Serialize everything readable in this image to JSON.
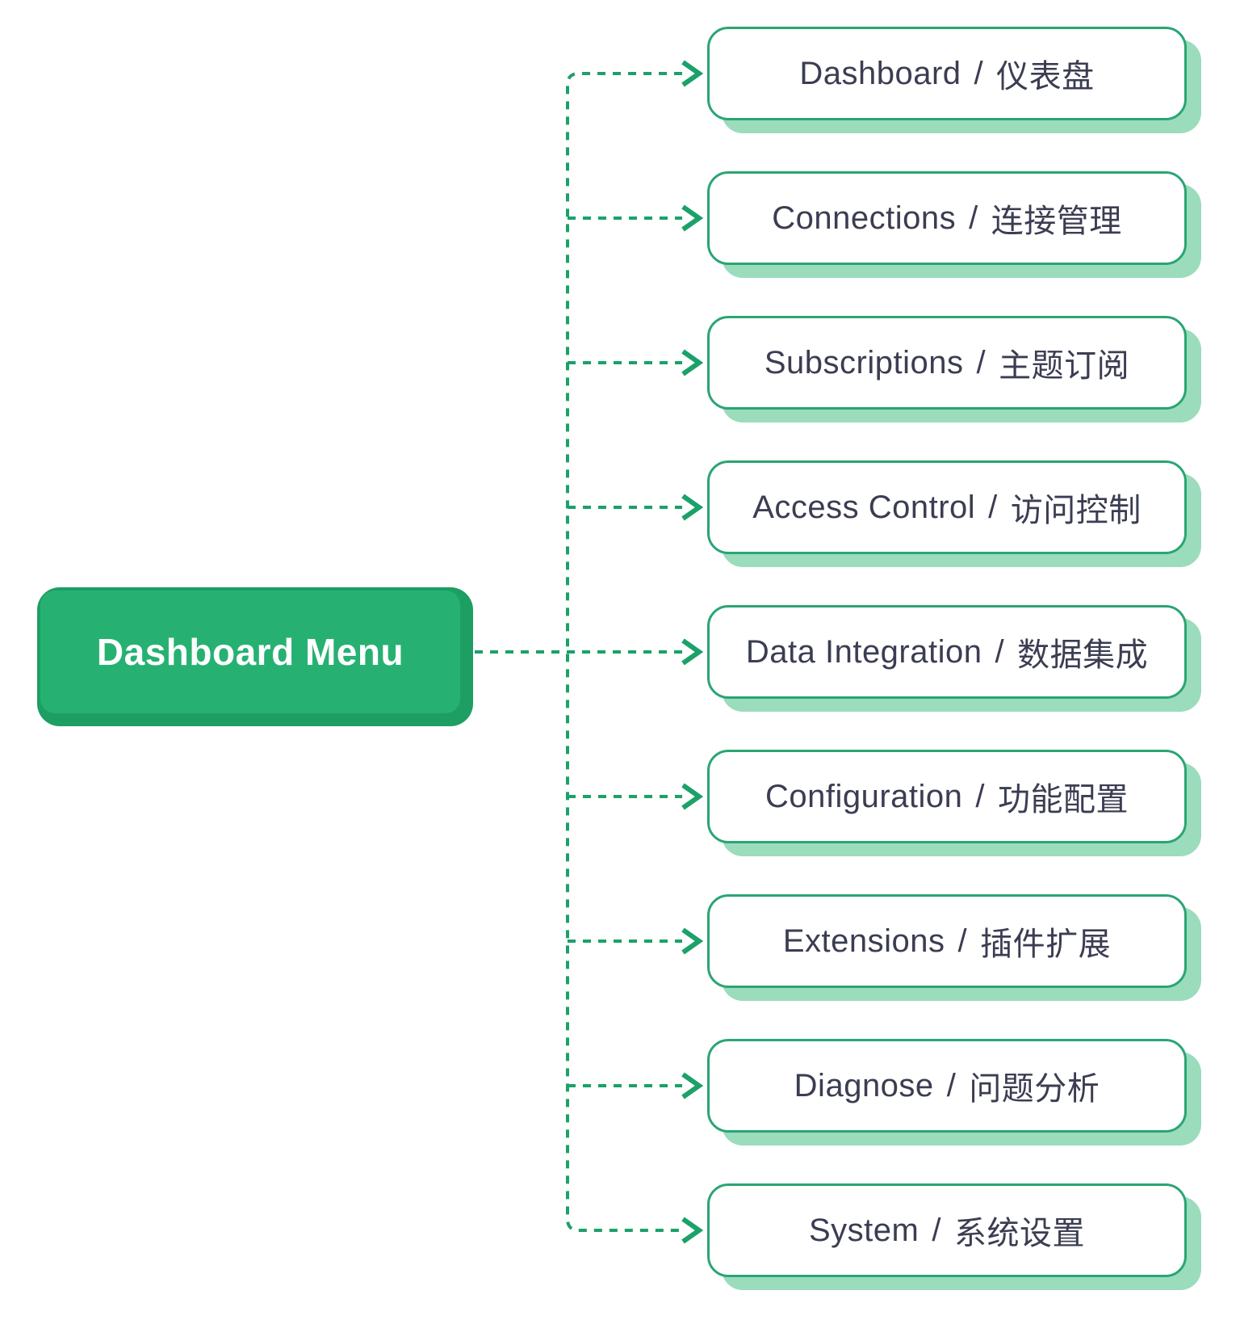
{
  "diagram": {
    "title": "Dashboard Menu",
    "separator": "/",
    "colors": {
      "root_fill_green": "#26b173",
      "root_shadow_green": "#1d9e63",
      "box_border_green": "#2aa573",
      "box_shadow_green": "#9bdcbd",
      "line_green": "#1ba169",
      "text_dark": "#3b3d52",
      "text_light": "#ffffff",
      "background": "#ffffff"
    },
    "items": [
      {
        "en": "Dashboard",
        "zh": "仪表盘"
      },
      {
        "en": "Connections",
        "zh": "连接管理"
      },
      {
        "en": "Subscriptions",
        "zh": "主题订阅"
      },
      {
        "en": "Access Control",
        "zh": "访问控制"
      },
      {
        "en": "Data Integration",
        "zh": "数据集成"
      },
      {
        "en": "Configuration",
        "zh": "功能配置"
      },
      {
        "en": "Extensions",
        "zh": "插件扩展"
      },
      {
        "en": "Diagnose",
        "zh": "问题分析"
      },
      {
        "en": "System",
        "zh": "系统设置"
      }
    ]
  }
}
